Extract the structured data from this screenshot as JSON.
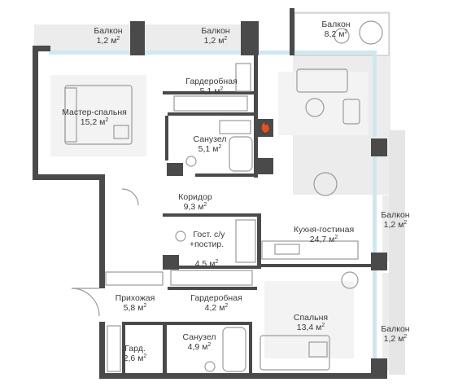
{
  "plan": {
    "area_unit": "м",
    "area_unit_power": "2",
    "rooms": [
      {
        "id": "balcony-1",
        "name": "Балкон",
        "area": "1,2"
      },
      {
        "id": "balcony-2",
        "name": "Балкон",
        "area": "1,2"
      },
      {
        "id": "balcony-3",
        "name": "Балкон",
        "area": "8,2"
      },
      {
        "id": "master-bedroom",
        "name": "Мастер-спальня",
        "area": "15,2"
      },
      {
        "id": "wardrobe-1",
        "name": "Гардеробная",
        "area": "5,1"
      },
      {
        "id": "bathroom-1",
        "name": "Санузел",
        "area": "5,1"
      },
      {
        "id": "corridor",
        "name": "Коридор",
        "area": "9,3"
      },
      {
        "id": "guest-wc",
        "name": "Гост. с/у\n+постир.",
        "area": "4,5"
      },
      {
        "id": "kitchen-living",
        "name": "Кухня-гостиная",
        "area": "24,7"
      },
      {
        "id": "balcony-4",
        "name": "Балкон",
        "area": "1,2"
      },
      {
        "id": "hallway",
        "name": "Прихожая",
        "area": "5,8"
      },
      {
        "id": "wardrobe-2",
        "name": "Гардеробная",
        "area": "4,2"
      },
      {
        "id": "bedroom",
        "name": "Спальня",
        "area": "13,4"
      },
      {
        "id": "balcony-5",
        "name": "Балкон",
        "area": "1,2"
      },
      {
        "id": "wardrobe-small",
        "name": "Гард.",
        "area": "2,6"
      },
      {
        "id": "bathroom-2",
        "name": "Санузел",
        "area": "4,9"
      }
    ]
  },
  "colors": {
    "wall": "#4a4a4a",
    "floor": "#ffffff",
    "balcony": "#ececec",
    "glass": "#cfe8f0",
    "rug": "#f3f3f3",
    "furniture": "#9a9a9a",
    "fire": "#e8501c"
  }
}
